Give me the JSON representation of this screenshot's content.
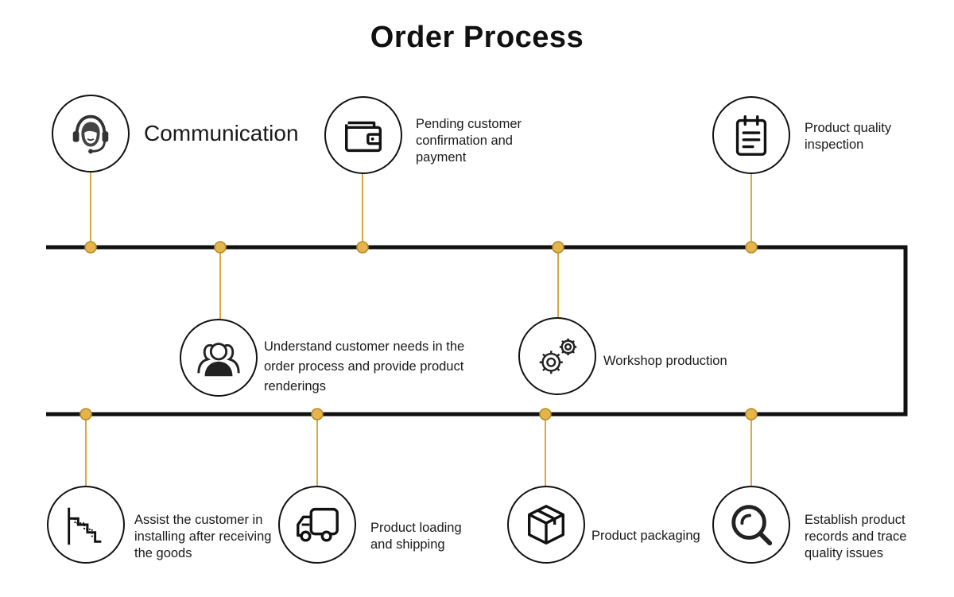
{
  "title": "Order Process",
  "colors": {
    "line": "#111111",
    "connector": "#d9a93e",
    "dot": "#e4b54c"
  },
  "steps": [
    {
      "icon": "headset-agent-icon",
      "label": "Communication"
    },
    {
      "icon": "people-group-icon",
      "label": "Understand customer needs in the order process and provide product renderings"
    },
    {
      "icon": "wallet-icon",
      "label": "Pending customer confirmation and payment"
    },
    {
      "icon": "gears-icon",
      "label": "Workshop production"
    },
    {
      "icon": "clipboard-icon",
      "label": "Product quality inspection"
    },
    {
      "icon": "magnifier-icon",
      "label": "Establish product records and trace quality issues"
    },
    {
      "icon": "box-icon",
      "label": "Product packaging"
    },
    {
      "icon": "truck-icon",
      "label": "Product loading and shipping"
    },
    {
      "icon": "stairs-install-icon",
      "label": "Assist the customer in installing after receiving the goods"
    }
  ]
}
